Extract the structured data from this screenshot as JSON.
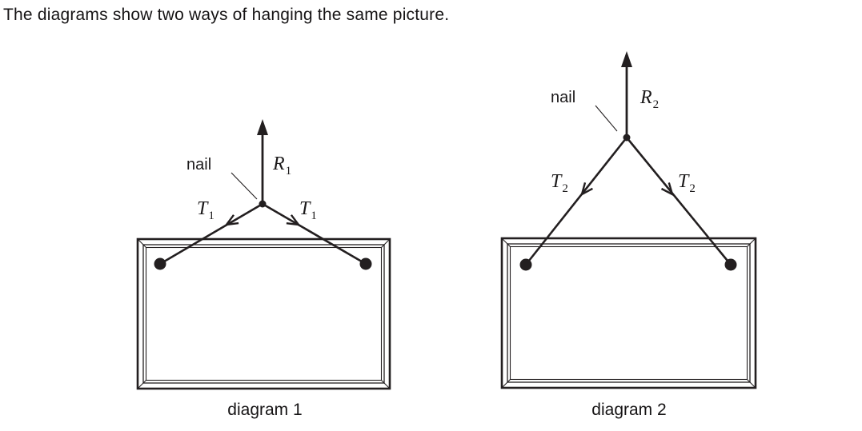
{
  "title": "The diagrams show two ways of hanging the same picture.",
  "colors": {
    "ink": "#231f20",
    "background": "#ffffff"
  },
  "diagram1": {
    "caption": "diagram 1",
    "nail_label": "nail",
    "reaction_force": {
      "symbol": "R",
      "subscript": "1"
    },
    "tension_left": {
      "symbol": "T",
      "subscript": "1"
    },
    "tension_right": {
      "symbol": "T",
      "subscript": "1"
    }
  },
  "diagram2": {
    "caption": "diagram 2",
    "nail_label": "nail",
    "reaction_force": {
      "symbol": "R",
      "subscript": "2"
    },
    "tension_left": {
      "symbol": "T",
      "subscript": "2"
    },
    "tension_right": {
      "symbol": "T",
      "subscript": "2"
    }
  }
}
